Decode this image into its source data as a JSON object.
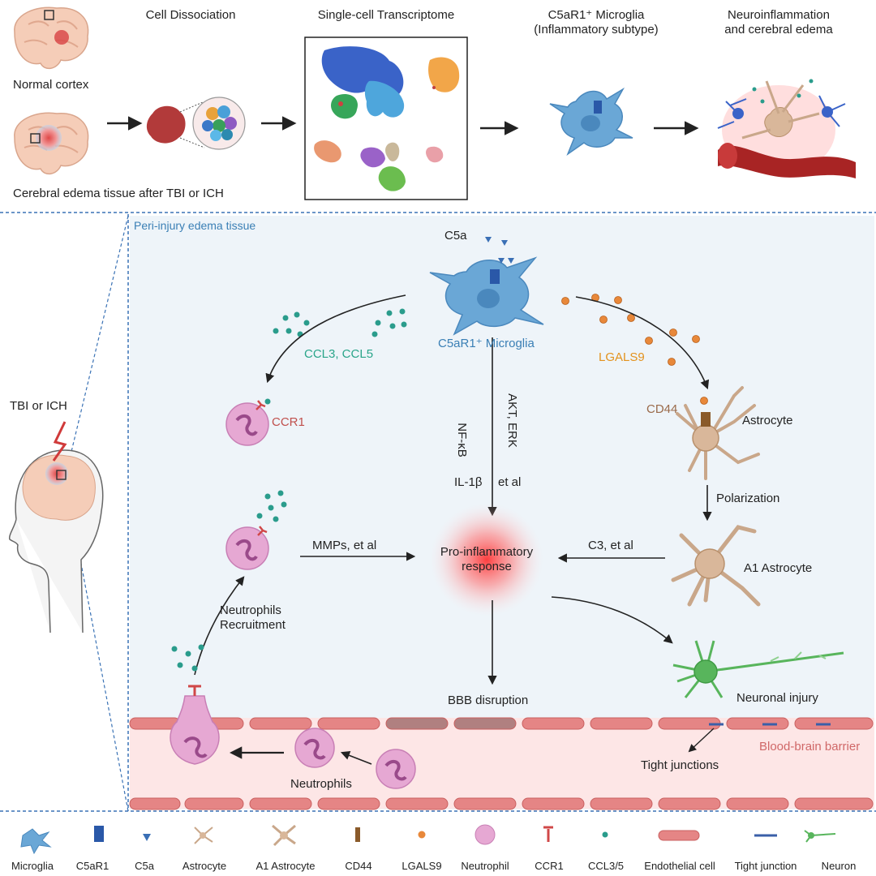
{
  "top_panel": {
    "normal_cortex": "Normal cortex",
    "edema_tissue": "Cerebral edema tissue after TBI or ICH",
    "cell_dissociation": "Cell Dissociation",
    "transcriptome": "Single-cell Transcriptome",
    "microglia_title_1": "C5aR1⁺ Microglia",
    "microglia_title_2": "(Inflammatory subtype)",
    "neuro_title_1": "Neuroinflammation",
    "neuro_title_2": "and cerebral edema"
  },
  "bottom_panel": {
    "region_label": "Peri-injury edema tissue",
    "injury_label": "TBI or ICH",
    "c5a": "C5a",
    "microglia_label": "C5aR1⁺ Microglia",
    "ccl": "CCL3, CCL5",
    "lgals9": "LGALS9",
    "ccr1": "CCR1",
    "cd44": "CD44",
    "astrocyte": "Astrocyte",
    "nfkb": "NF-κB",
    "akt_erk": "AKT, ERK",
    "il1b": "IL-1β",
    "et_al": "et al",
    "polarization": "Polarization",
    "mmps": "MMPs, et al",
    "pro_inflam_1": "Pro-inflammatory",
    "pro_inflam_2": "response",
    "c3": "C3, et al",
    "a1_astrocyte": "A1 Astrocyte",
    "neutrophils_recruitment_1": "Neutrophils",
    "neutrophils_recruitment_2": "Recruitment",
    "bbb_disruption": "BBB disruption",
    "neuronal_injury": "Neuronal injury",
    "bbb": "Blood-brain barrier",
    "tight_junctions": "Tight junctions",
    "neutrophils": "Neutrophils"
  },
  "legend": [
    "Microglia",
    "C5aR1",
    "C5a",
    "Astrocyte",
    "A1 Astrocyte",
    "CD44",
    "LGALS9",
    "Neutrophil",
    "CCR1",
    "CCL3/5",
    "Endothelial cell",
    "Tight junction",
    "Neuron"
  ],
  "colors": {
    "microglia": "#6aa7d6",
    "neutrophil": "#e6a8d3",
    "astrocyte": "#c9a78a",
    "lgals9": "#e8883a",
    "ccl": "#2a9c8c",
    "endothelium": "#e58585",
    "tight_junction": "#3a5fa8",
    "neuron": "#58b55c",
    "inflammation": "#ff3b3b",
    "panel_bg": "#eef4f9",
    "dashed": "#3a72b5"
  }
}
